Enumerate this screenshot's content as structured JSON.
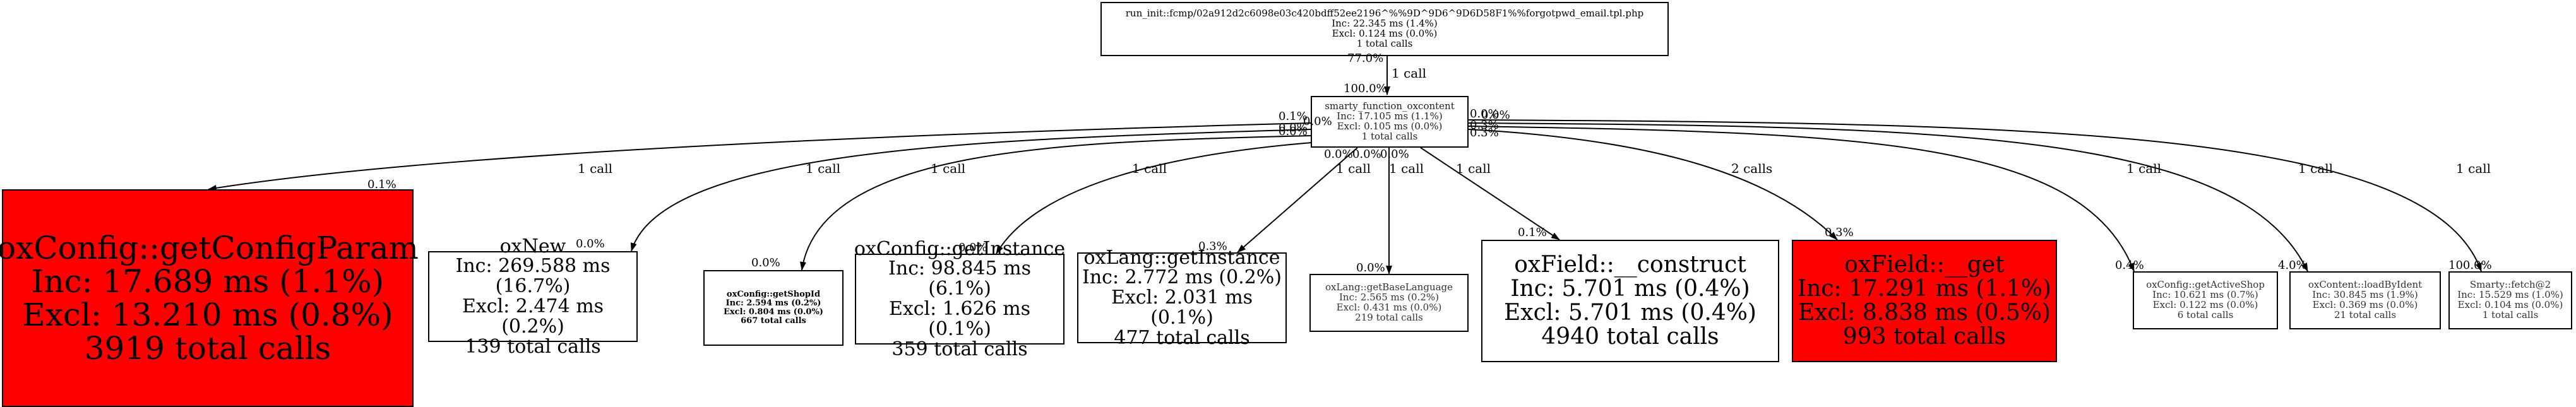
{
  "graph": {
    "root": {
      "title": "run_init::fcmp/02a912d2c6098e03c420bdff52ee2196^%%9D^9D6^9D6D58F1%%forgotpwd_email.tpl.php",
      "inc": "Inc: 22.345 ms (1.4%)",
      "excl": "Excl: 0.124 ms (0.0%)",
      "calls": "1 total calls",
      "out_pct": "77.0%",
      "edge_calls": "1 call",
      "in_pct": "100.0%"
    },
    "center": {
      "title": "smarty_function_oxcontent",
      "inc": "Inc: 17.105 ms (1.1%)",
      "excl": "Excl: 0.105 ms (0.0%)",
      "calls": "1 total calls",
      "left_pcts": [
        "0.1%",
        "0.0%",
        "0.0%",
        "0.0%"
      ],
      "right_pcts": [
        "0.0%",
        "0.0%",
        "0.3%",
        "0.3%"
      ],
      "bottom_pcts": [
        "0.0%",
        "0.0%",
        "0.0%"
      ]
    },
    "children": [
      {
        "title": "oxConfig::getConfigParam",
        "inc": "Inc: 17.689 ms (1.1%)",
        "excl": "Excl: 13.210 ms (0.8%)",
        "calls": "3919 total calls",
        "edge": "1 call",
        "pct": "0.1%"
      },
      {
        "title": "oxNew",
        "inc": "Inc: 269.588 ms (16.7%)",
        "excl": "Excl: 2.474 ms (0.2%)",
        "calls": "139 total calls",
        "edge": "1 call",
        "pct": "0.0%"
      },
      {
        "title": "oxConfig::getShopId",
        "inc": "Inc: 2.594 ms (0.2%)",
        "excl": "Excl: 0.804 ms (0.0%)",
        "calls": "667 total calls",
        "edge": "1 call",
        "pct": "0.0%"
      },
      {
        "title": "oxConfig::getInstance",
        "inc": "Inc: 98.845 ms (6.1%)",
        "excl": "Excl: 1.626 ms (0.1%)",
        "calls": "359 total calls",
        "edge": "1 call",
        "pct": "0.0%"
      },
      {
        "title": "oxLang::getInstance",
        "inc": "Inc: 2.772 ms (0.2%)",
        "excl": "Excl: 2.031 ms (0.1%)",
        "calls": "477 total calls",
        "edge": "1 call",
        "pct": "0.3%"
      },
      {
        "title": "oxLang::getBaseLanguage",
        "inc": "Inc: 2.565 ms (0.2%)",
        "excl": "Excl: 0.431 ms (0.0%)",
        "calls": "219 total calls",
        "edge": "1 call",
        "pct": "0.0%"
      },
      {
        "title": "oxField::__construct",
        "inc": "Inc: 5.701 ms (0.4%)",
        "excl": "Excl: 5.701 ms (0.4%)",
        "calls": "4940 total calls",
        "edge": "1 call",
        "pct": "0.1%"
      },
      {
        "title": "oxField::__get",
        "inc": "Inc: 17.291 ms (1.1%)",
        "excl": "Excl: 8.838 ms (0.5%)",
        "calls": "993 total calls",
        "edge": "2 calls",
        "pct": "0.3%"
      },
      {
        "title": "oxConfig::getActiveShop",
        "inc": "Inc: 10.621 ms (0.7%)",
        "excl": "Excl: 0.122 ms (0.0%)",
        "calls": "6 total calls",
        "edge": "1 call",
        "pct": "0.4%"
      },
      {
        "title": "oxContent::loadByIdent",
        "inc": "Inc: 30.845 ms (1.9%)",
        "excl": "Excl: 0.369 ms (0.0%)",
        "calls": "21 total calls",
        "edge": "1 call",
        "pct": "4.0%"
      },
      {
        "title": "Smarty::fetch@2",
        "inc": "Inc: 15.529 ms (1.0%)",
        "excl": "Excl: 0.104 ms (0.0%)",
        "calls": "1 total calls",
        "edge": "1 call",
        "pct": "100.0%"
      }
    ],
    "colors": {
      "hot": "#ff0000",
      "line": "#000000"
    }
  }
}
